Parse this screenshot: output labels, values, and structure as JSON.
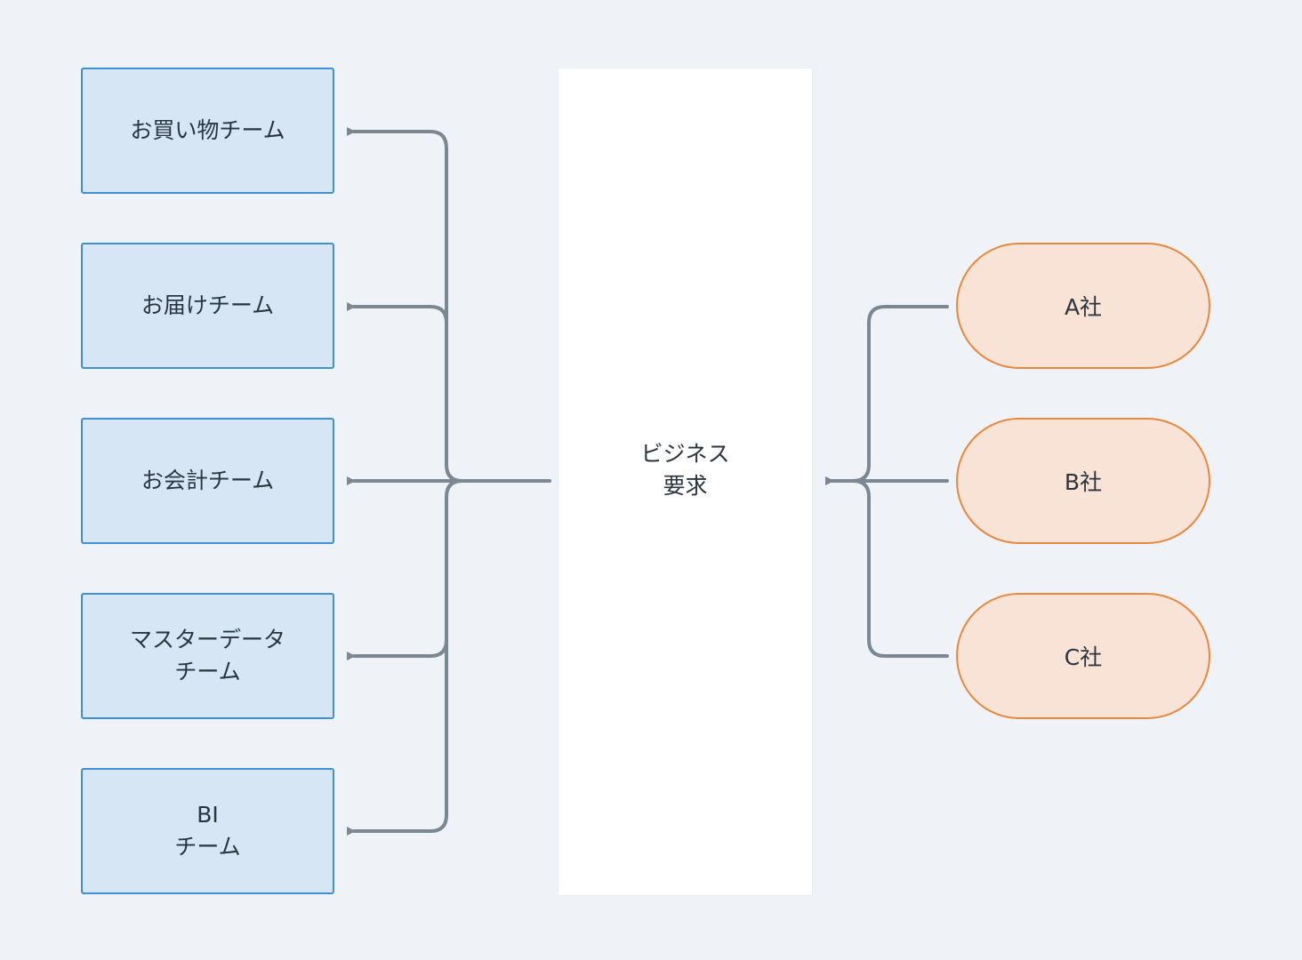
{
  "center": {
    "label": "ビジネス\n要求"
  },
  "teams": [
    {
      "label": "お買い物チーム"
    },
    {
      "label": "お届けチーム"
    },
    {
      "label": "お会計チーム"
    },
    {
      "label": "マスターデータ\nチーム"
    },
    {
      "label": "BI\nチーム"
    }
  ],
  "companies": [
    {
      "label": "A社"
    },
    {
      "label": "B社"
    },
    {
      "label": "C社"
    }
  ],
  "colors": {
    "background": "#eff3f7",
    "team_fill": "#d6e6f5",
    "team_border": "#3d8fd6",
    "company_fill": "#f9e3d6",
    "company_border": "#e8883f",
    "connector": "#7b8894",
    "text": "#2b3540"
  }
}
